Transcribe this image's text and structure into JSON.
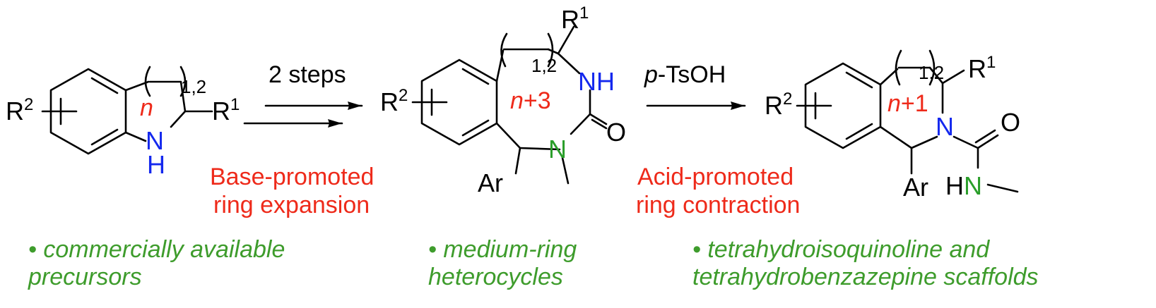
{
  "colors": {
    "text": "#000000",
    "nitrogen_blue": "#1428ee",
    "nitrogen_green": "#2a9e2a",
    "red": "#ee2a1a",
    "green_notes": "#3e9c2c"
  },
  "labels": {
    "r1": "R",
    "r1_sup": "1",
    "r2": "R",
    "r2_sup": "2",
    "n": "n",
    "nh_n": "N",
    "nh_h": "H",
    "loop_subscript": "1,2",
    "nh_mid": "NH",
    "n_atom": "N",
    "o_atom": "O",
    "ar": "Ar",
    "hn_h": "H",
    "hn_n": "N",
    "n_plus3": "+3",
    "n_plus1": "+1"
  },
  "arrows": {
    "step1_reagent": "2 steps",
    "step1_desc_line1": "Base-promoted",
    "step1_desc_line2": "ring expansion",
    "step2_reagent_prefix": "p",
    "step2_reagent_rest": "-TsOH",
    "step2_desc_line1": "Acid-promoted",
    "step2_desc_line2": "ring contraction"
  },
  "notes": [
    {
      "line1": "• commercially available",
      "line2": "precursors"
    },
    {
      "line1": "• medium-ring",
      "line2": "heterocycles"
    },
    {
      "line1": "• tetrahydroisoquinoline and",
      "line2": "tetrahydrobenzazepine scaffolds"
    }
  ]
}
